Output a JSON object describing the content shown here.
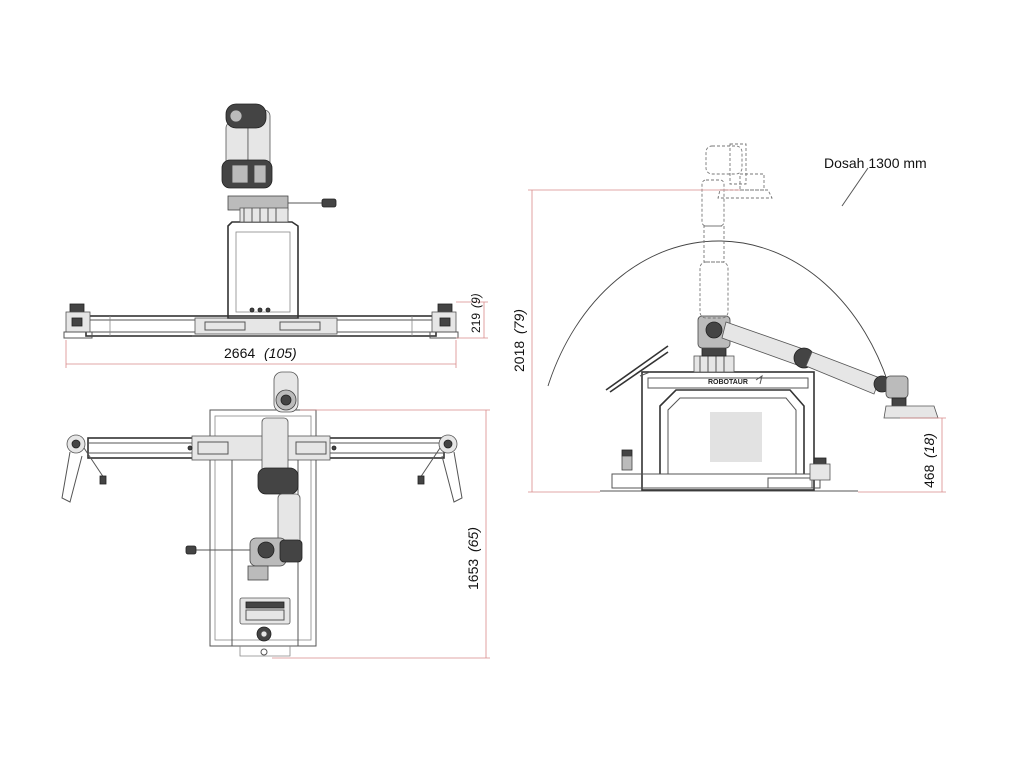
{
  "dimensions": {
    "width_total": {
      "value": "2664",
      "unit_alt": "(105)"
    },
    "base_height": {
      "value": "219",
      "unit_alt": "(9)"
    },
    "depth_total": {
      "value": "1653",
      "unit_alt": "(65)"
    },
    "overall_height": {
      "value": "2018",
      "unit_alt": "(79)"
    },
    "table_height": {
      "value": "468",
      "unit_alt": "(18)"
    }
  },
  "reach_label": "Dosah 1300 mm",
  "logo_text": "ROBOTAUR"
}
